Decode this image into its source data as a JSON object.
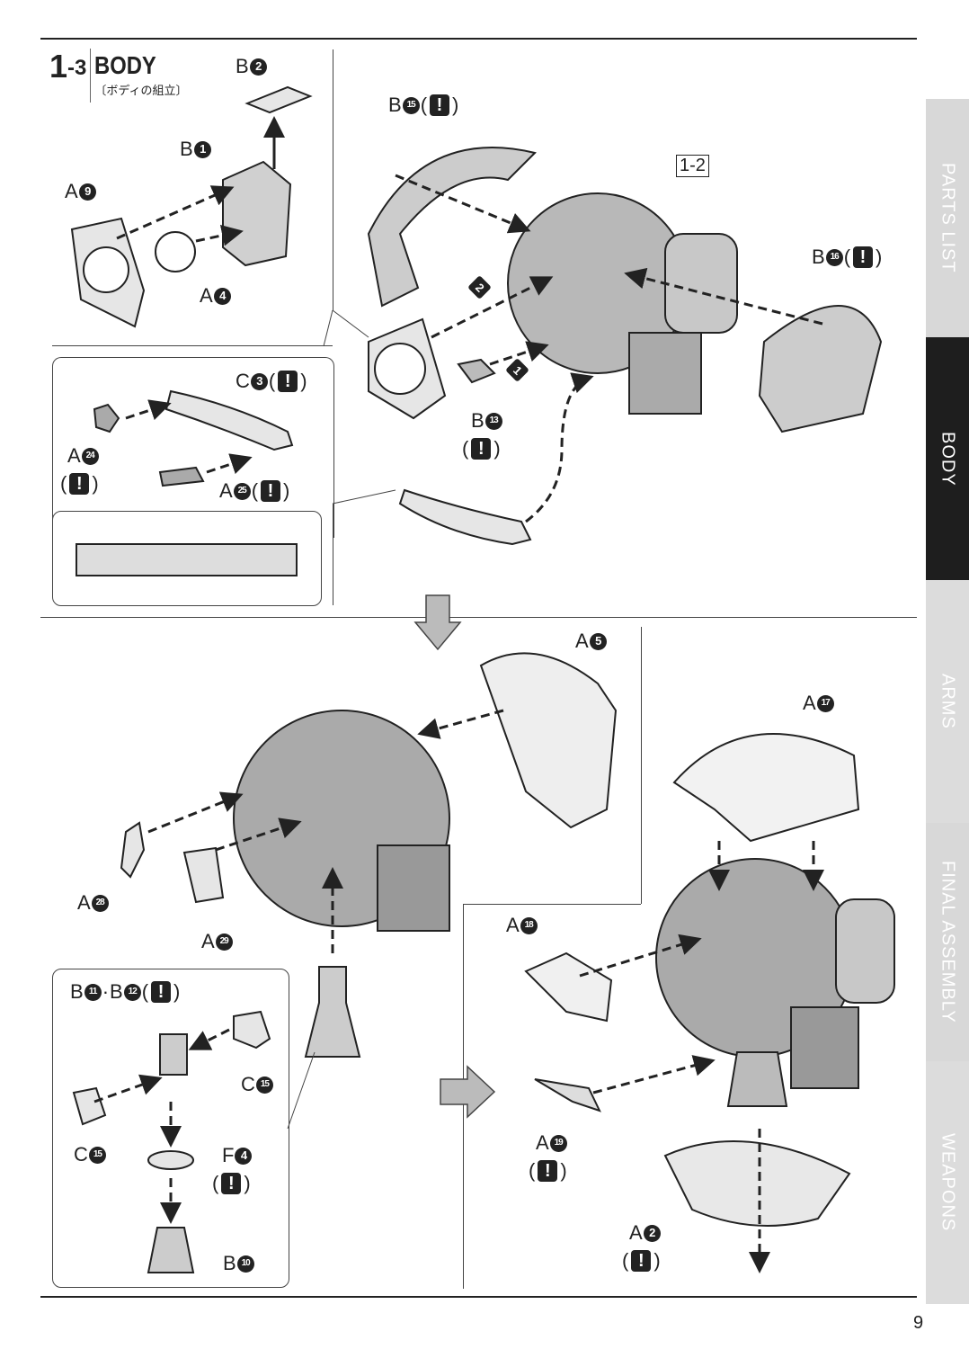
{
  "header": {
    "step_major": "1",
    "step_minor": "-3",
    "title": "BODY",
    "subtitle": "〔ボディの組立〕"
  },
  "ref_box": "1-2",
  "warn_symbol": "!",
  "labels": {
    "b2": {
      "letter": "B",
      "num": "2"
    },
    "b1": {
      "letter": "B",
      "num": "1"
    },
    "a9": {
      "letter": "A",
      "num": "9"
    },
    "a4": {
      "letter": "A",
      "num": "4"
    },
    "b15": {
      "letter": "B",
      "num": "15"
    },
    "b16": {
      "letter": "B",
      "num": "16"
    },
    "step2": {
      "num": "2"
    },
    "step1": {
      "num": "1"
    },
    "b13": {
      "letter": "B",
      "num": "13"
    },
    "c3": {
      "letter": "C",
      "num": "3"
    },
    "a24": {
      "letter": "A",
      "num": "24"
    },
    "a25": {
      "letter": "A",
      "num": "25"
    },
    "a5": {
      "letter": "A",
      "num": "5"
    },
    "a17": {
      "letter": "A",
      "num": "17"
    },
    "a28": {
      "letter": "A",
      "num": "28"
    },
    "a29": {
      "letter": "A",
      "num": "29"
    },
    "a18": {
      "letter": "A",
      "num": "18"
    },
    "b11": {
      "letter": "B",
      "num": "11",
      "sep": "·"
    },
    "b12": {
      "letter": "B",
      "num": "12"
    },
    "c15a": {
      "letter": "C",
      "num": "15"
    },
    "c15b": {
      "letter": "C",
      "num": "15"
    },
    "f4": {
      "letter": "F",
      "num": "4"
    },
    "b10": {
      "letter": "B",
      "num": "10"
    },
    "a19": {
      "letter": "A",
      "num": "19"
    },
    "a2": {
      "letter": "A",
      "num": "2"
    }
  },
  "side_tabs": [
    {
      "label": "PARTS LIST",
      "active": false
    },
    {
      "label": "BODY",
      "active": true
    },
    {
      "label": "ARMS",
      "active": false
    },
    {
      "label": "FINAL ASSEMBLY",
      "active": false
    },
    {
      "label": "WEAPONS",
      "active": false
    }
  ],
  "page_number": "9",
  "colors": {
    "ink": "#222222",
    "part_fill": "#bdbdbd",
    "tab_inactive": "#d8d8d8",
    "tab_active": "#1e1e1e"
  }
}
